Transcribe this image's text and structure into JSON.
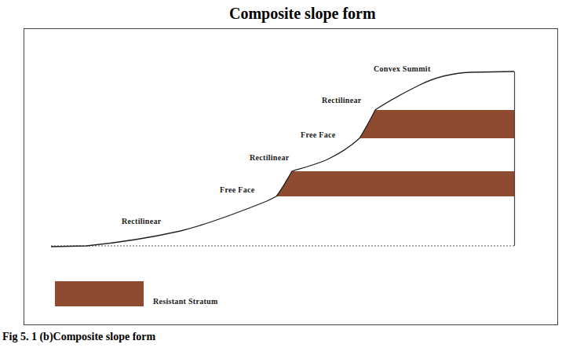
{
  "diagram": {
    "title": "Composite slope form",
    "caption": "Fig 5. 1 (b)Composite slope form",
    "labels": [
      "Convex Summit",
      "Rectilinear",
      "Free Face",
      "Rectilinear",
      "Free Face",
      "Rectilinear"
    ],
    "legend": [
      {
        "text": "Resistant Stratum",
        "color": "#8e4b30"
      }
    ]
  }
}
